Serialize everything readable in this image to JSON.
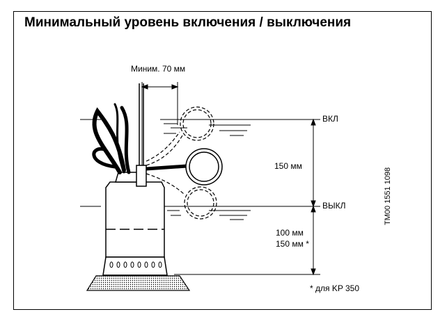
{
  "title": "Минимальный уровень включения / выключения",
  "labels": {
    "min_gap": "Миним. 70 мм",
    "on": "ВКЛ",
    "off": "ВЫКЛ",
    "span": "150 мм",
    "bottom_1": "100 мм",
    "bottom_2": "150 мм *",
    "footnote": "* для KP 350",
    "code": "TM00 1551 1098"
  },
  "colors": {
    "line": "#000000",
    "background": "#ffffff"
  }
}
